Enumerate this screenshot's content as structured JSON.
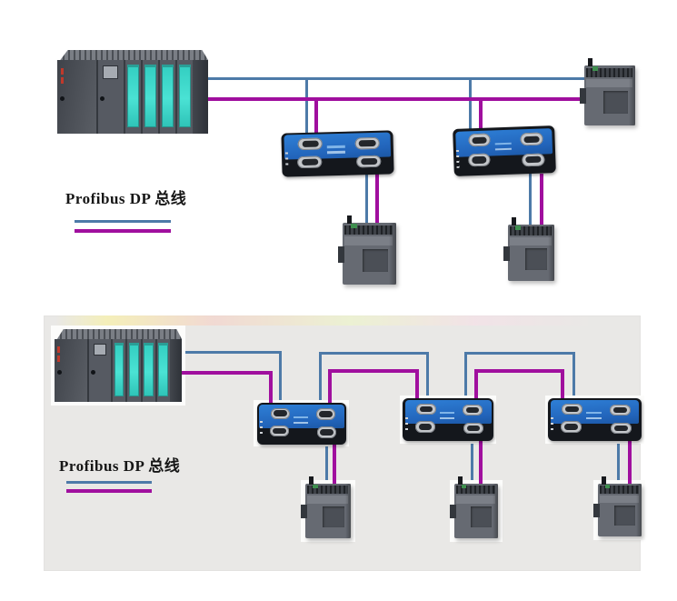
{
  "colors": {
    "bus_blue": "#4d7aa8",
    "bus_purple": "#a00f9e",
    "repeater_blue": "#2e7fd6",
    "plc_module_teal": "#3bd6c8",
    "card_gray": "#e9e8e6"
  },
  "legend_top": {
    "label": "Profibus DP 总线"
  },
  "legend_bottom": {
    "label": "Profibus DP 总线"
  },
  "diagram_top": {
    "bus_name": "Profibus DP",
    "devices": [
      {
        "name": "plc-master-rack",
        "type": "s7-300-rack"
      },
      {
        "name": "dp-repeater-1",
        "type": "profibus-repeater"
      },
      {
        "name": "dp-repeater-2",
        "type": "profibus-repeater"
      },
      {
        "name": "slave-module-end",
        "type": "compact-plc-module"
      },
      {
        "name": "slave-module-1",
        "type": "compact-plc-module"
      },
      {
        "name": "slave-module-2",
        "type": "compact-plc-module"
      }
    ]
  },
  "diagram_bottom": {
    "bus_name": "Profibus DP",
    "devices": [
      {
        "name": "plc-master-rack",
        "type": "s7-300-rack"
      },
      {
        "name": "dp-repeater-1",
        "type": "profibus-repeater"
      },
      {
        "name": "dp-repeater-2",
        "type": "profibus-repeater"
      },
      {
        "name": "dp-repeater-3",
        "type": "profibus-repeater"
      },
      {
        "name": "slave-module-1",
        "type": "compact-plc-module"
      },
      {
        "name": "slave-module-2",
        "type": "compact-plc-module"
      },
      {
        "name": "slave-module-3",
        "type": "compact-plc-module"
      }
    ]
  }
}
